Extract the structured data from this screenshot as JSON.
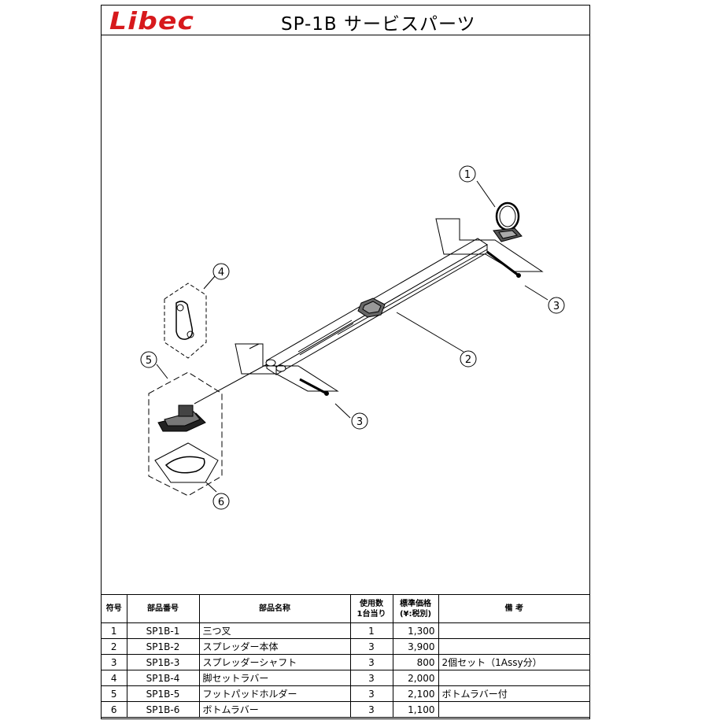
{
  "header": {
    "logo": "Libec",
    "title": "SP-1B サービスパーツ"
  },
  "drawing": {
    "callouts": [
      "1",
      "2",
      "3",
      "3",
      "4",
      "5",
      "6"
    ]
  },
  "table": {
    "headers": {
      "no": "符号",
      "part_no": "部品番号",
      "part_name": "部品名称",
      "qty_line1": "使用数",
      "qty_line2": "1台当り",
      "price_line1": "標準価格",
      "price_line2": "(¥:税別)",
      "remarks": "備 考"
    },
    "rows": [
      {
        "no": "1",
        "part_no": "SP1B-1",
        "name": "三つ叉",
        "qty": "1",
        "price": "1,300",
        "remarks": ""
      },
      {
        "no": "2",
        "part_no": "SP1B-2",
        "name": "スプレッダー本体",
        "qty": "3",
        "price": "3,900",
        "remarks": ""
      },
      {
        "no": "3",
        "part_no": "SP1B-3",
        "name": "スプレッダーシャフト",
        "qty": "3",
        "price": "800",
        "remarks": "2個セット（1Assy分）"
      },
      {
        "no": "4",
        "part_no": "SP1B-4",
        "name": "脚セットラバー",
        "qty": "3",
        "price": "2,000",
        "remarks": ""
      },
      {
        "no": "5",
        "part_no": "SP1B-5",
        "name": "フットパッドホルダー",
        "qty": "3",
        "price": "2,100",
        "remarks": "ボトムラバー付"
      },
      {
        "no": "6",
        "part_no": "SP1B-6",
        "name": "ボトムラバー",
        "qty": "3",
        "price": "1,100",
        "remarks": ""
      }
    ]
  }
}
